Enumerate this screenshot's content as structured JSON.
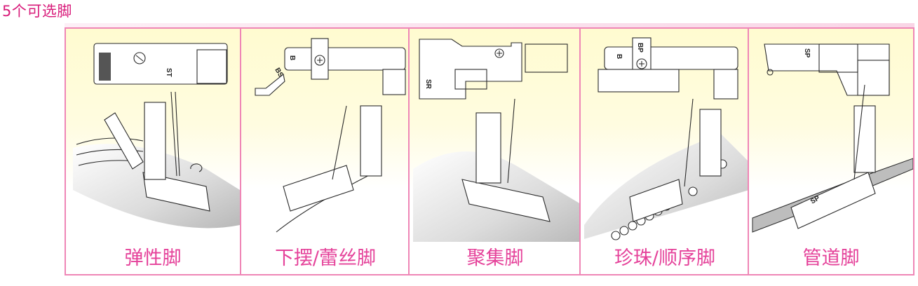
{
  "heading": "5个可选脚",
  "colors": {
    "heading": "#d81b7a",
    "label": "#e5429a",
    "border": "#ef86b6",
    "panel_bg": "#fffbd0"
  },
  "feet": [
    {
      "label": "弹性脚",
      "code": "ST",
      "icon": "elastic-foot-illustration"
    },
    {
      "label": "下摆/蕾丝脚",
      "code": "B",
      "code2": "BS",
      "icon": "blind-stitch-foot-illustration"
    },
    {
      "label": "聚集脚",
      "code": "SR",
      "icon": "gathering-foot-illustration"
    },
    {
      "label": "珍珠/顺序脚",
      "code": "B",
      "code2": "BP",
      "icon": "beading-foot-illustration"
    },
    {
      "label": "管道脚",
      "code": "SP",
      "code2": "SP",
      "icon": "piping-foot-illustration"
    }
  ]
}
